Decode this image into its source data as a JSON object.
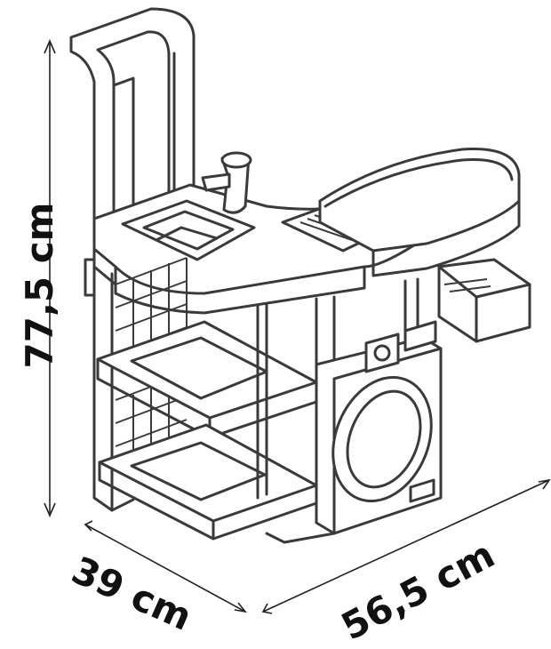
{
  "dimensions": {
    "height": "77,5 cm",
    "depth": "39 cm",
    "width": "56,5 cm"
  },
  "colors": {
    "ink": "#3a3a3a",
    "background": "#ffffff",
    "label": "#111111"
  }
}
